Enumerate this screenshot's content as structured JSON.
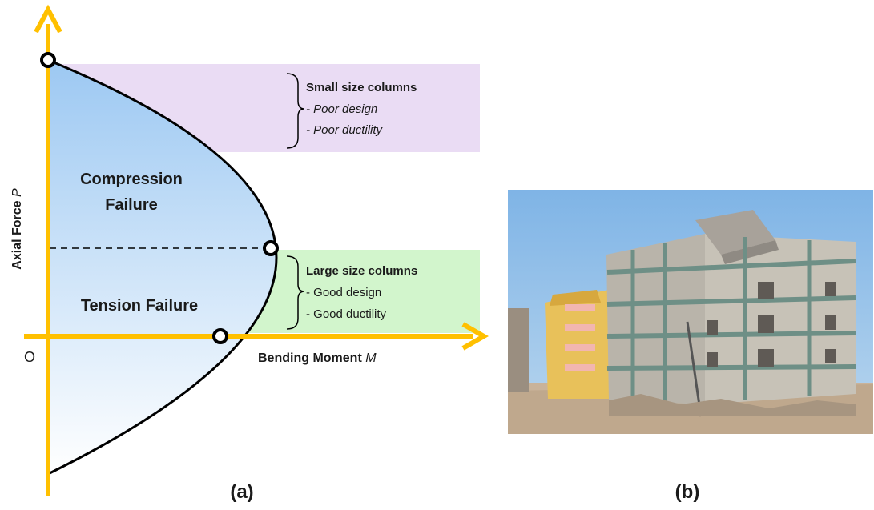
{
  "panel_a": {
    "caption": "(a)",
    "y_axis_label": "Axial Force ",
    "y_axis_symbol": "P",
    "x_axis_label": "Bending Moment ",
    "x_axis_symbol": "M",
    "origin_label": "O",
    "region_compression_line1": "Compression",
    "region_compression_line2": "Failure",
    "region_tension": "Tension Failure",
    "small_columns": {
      "title": "Small size columns",
      "item1": "- Poor design",
      "item2": "- Poor ductility"
    },
    "large_columns": {
      "title": "Large size columns",
      "item1": "- Good design",
      "item2": "- Good ductility"
    },
    "colors": {
      "axis": "#FFC000",
      "purple_band": "#EADCF4",
      "green_band": "#D2F5CC",
      "fill_top": "#9CC8F2",
      "fill_bottom": "#FFFFFF",
      "curve": "#000000"
    }
  },
  "panel_b": {
    "caption": "(b)",
    "photo_subject": "collapsed-building-photo"
  }
}
